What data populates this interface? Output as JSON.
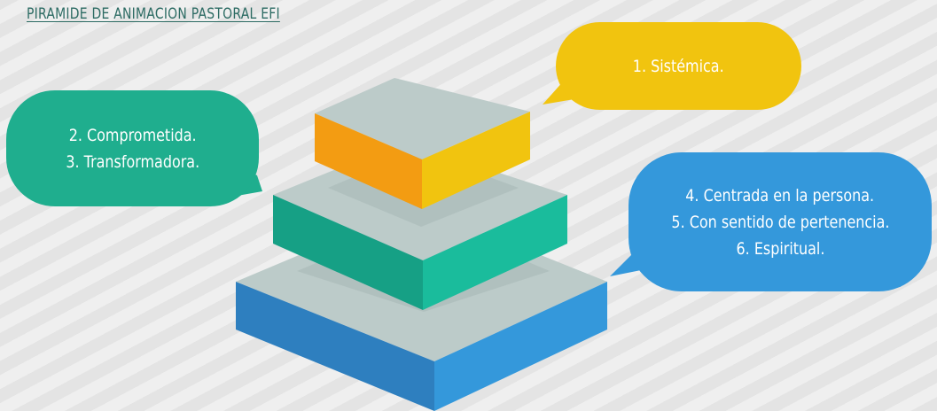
{
  "title": "PIRAMIDE DE ANIMACION PASTORAL EFI",
  "pyramid_levels": [
    {
      "level": "top",
      "color": "#f39c12",
      "color_side": "#f1c40f"
    },
    {
      "level": "middle",
      "color": "#16a085",
      "color_side": "#1abc9c"
    },
    {
      "level": "bottom",
      "color": "#2e7fbf",
      "color_side": "#3498db"
    }
  ],
  "bubbles": {
    "b1": {
      "lines": [
        "1. Sistémica."
      ],
      "color": "#f1c40f"
    },
    "b2": {
      "lines": [
        "2. Comprometida.",
        "3. Transformadora."
      ],
      "color": "#1fae8e"
    },
    "b3": {
      "lines": [
        "4. Centrada en la persona.",
        "5. Con sentido de pertenencia.",
        "6. Espiritual."
      ],
      "color": "#3498db"
    }
  },
  "colors": {
    "top_face": "#bccbc9",
    "background": "#e9e9e9",
    "title_text": "#2c6b63"
  }
}
